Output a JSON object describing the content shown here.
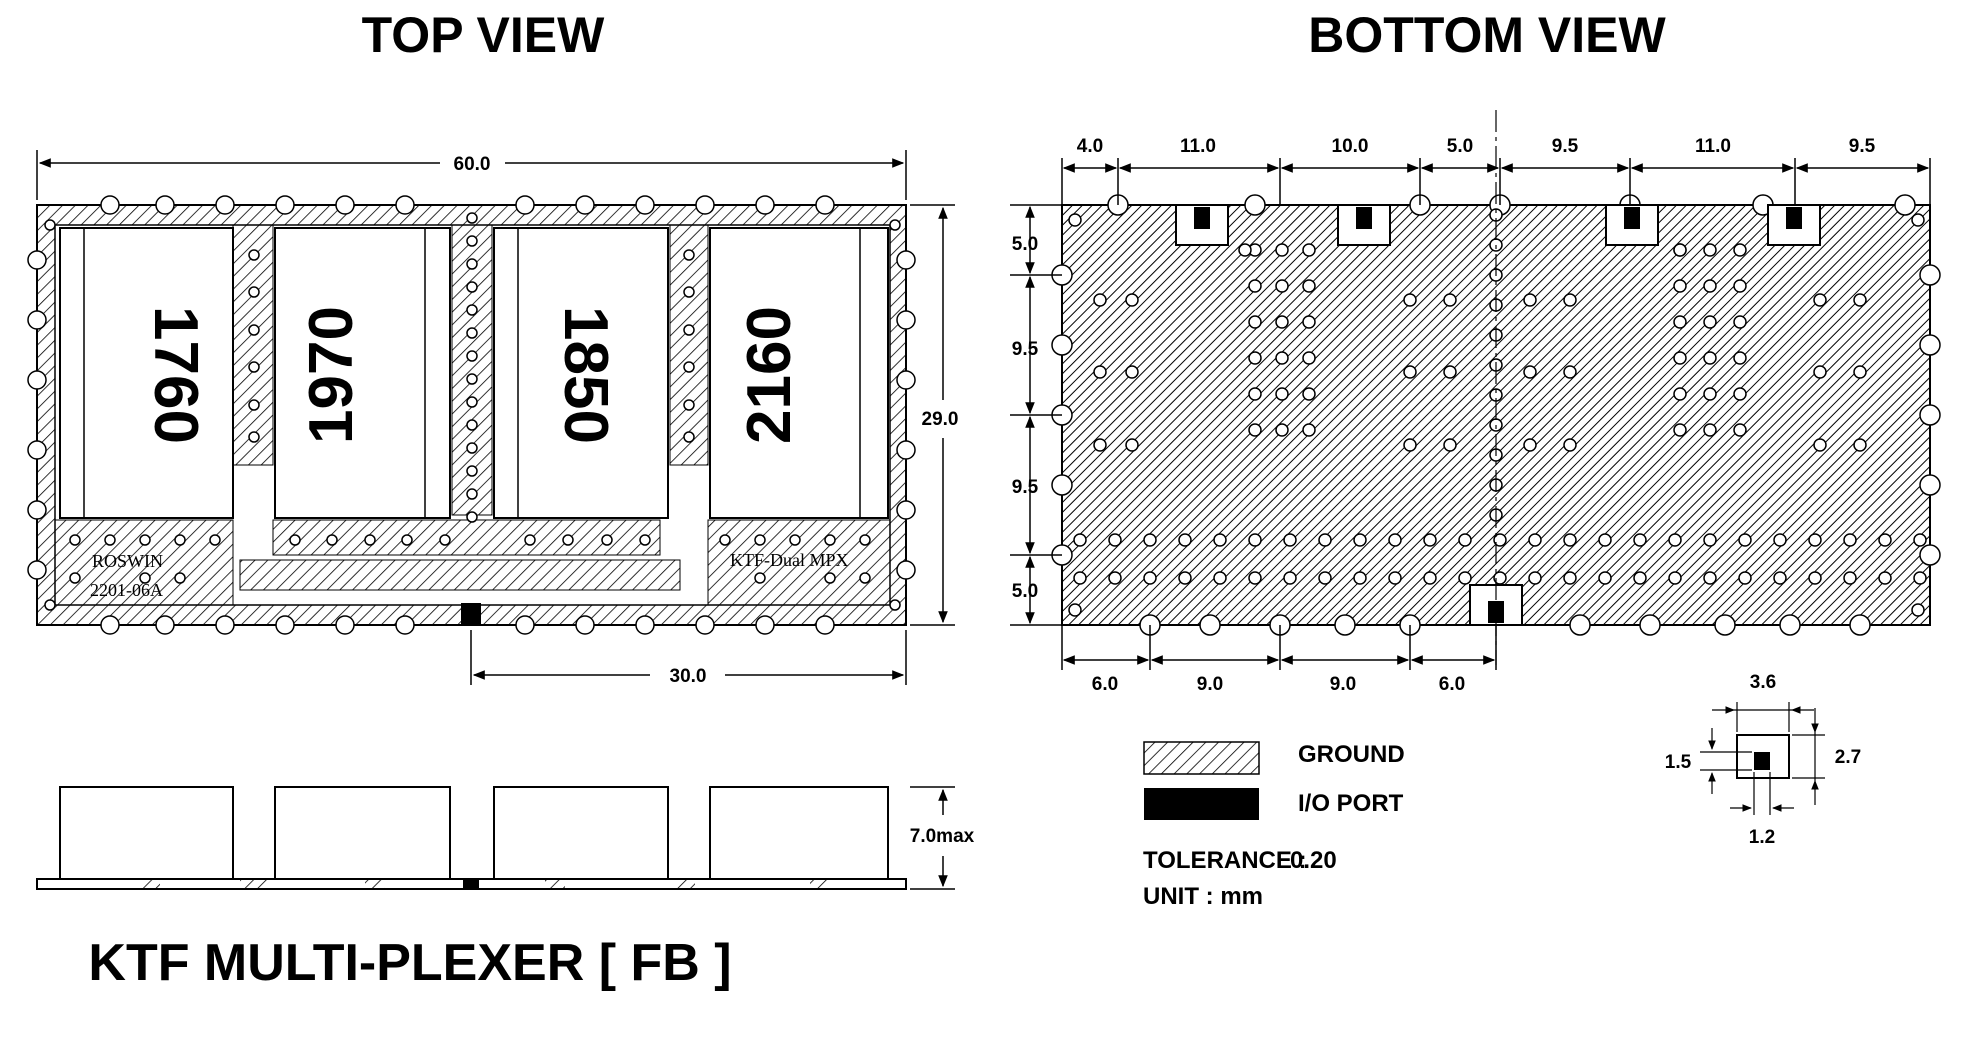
{
  "titles": {
    "top_view": "TOP VIEW",
    "bottom_view": "BOTTOM VIEW",
    "product": "KTF MULTI-PLEXER [ FB ]"
  },
  "top_view": {
    "overall_width": "60.0",
    "overall_height": "29.0",
    "offset": "30.0",
    "chips": [
      "1760",
      "1970",
      "1850",
      "2160"
    ],
    "marking_left": [
      "ROSWIN",
      "2201-06A"
    ],
    "marking_right": "KTF-Dual MPX"
  },
  "side_view": {
    "height": "7.0max"
  },
  "bottom_view": {
    "top_dims": [
      "4.0",
      "11.0",
      "10.0",
      "5.0",
      "9.5",
      "11.0",
      "9.5"
    ],
    "left_dims": [
      "5.0",
      "9.5",
      "9.5",
      "5.0"
    ],
    "bottom_dims": [
      "6.0",
      "9.0",
      "9.0",
      "6.0"
    ]
  },
  "legend": {
    "ground": "GROUND",
    "io_port": "I/O PORT",
    "tolerance_label": "TOLERANCE :",
    "tolerance_value": "0.20",
    "unit": "UNIT : mm"
  },
  "port_detail": {
    "width": "3.6",
    "height": "2.7",
    "inner_height": "1.5",
    "inner_width": "1.2"
  },
  "colors": {
    "ink": "#000000",
    "background": "#ffffff"
  }
}
